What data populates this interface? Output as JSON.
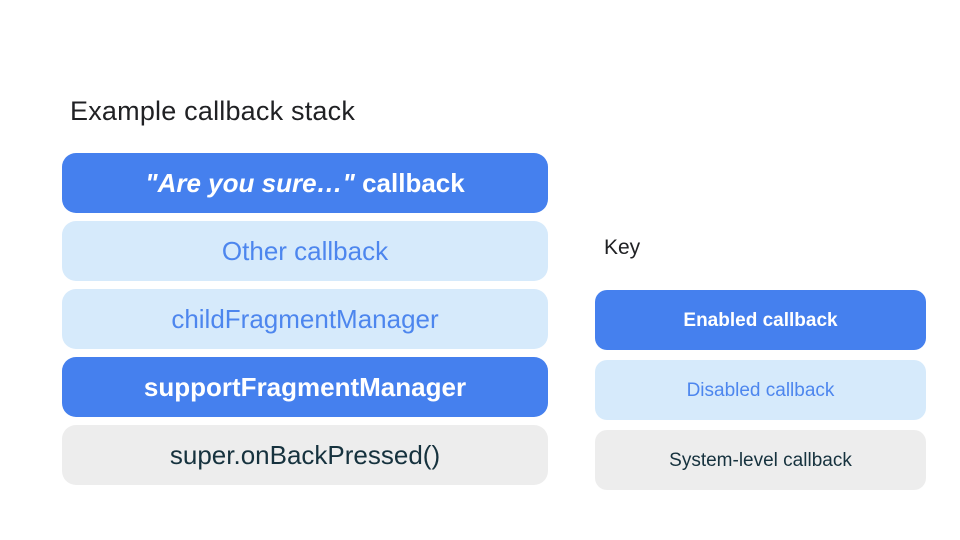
{
  "stack": {
    "title": "Example callback stack",
    "items": [
      {
        "label_quote": "\"Are you sure…\"",
        "label_rest": " callback",
        "type": "enabled"
      },
      {
        "label": "Other callback",
        "type": "disabled"
      },
      {
        "label": "childFragmentManager",
        "type": "disabled"
      },
      {
        "label": "supportFragmentManager",
        "type": "enabled"
      },
      {
        "label": "super.onBackPressed()",
        "type": "system"
      }
    ]
  },
  "key": {
    "title": "Key",
    "items": [
      {
        "label": "Enabled callback",
        "type": "enabled"
      },
      {
        "label": "Disabled callback",
        "type": "disabled"
      },
      {
        "label": "System-level callback",
        "type": "system"
      }
    ]
  },
  "colors": {
    "enabled_bg": "#4580EE",
    "enabled_text": "#FFFFFF",
    "disabled_bg": "#D6EAFB",
    "disabled_text": "#4D86EE",
    "system_bg": "#EDEDED",
    "system_text": "#16323E",
    "heading_text": "#202124",
    "background": "#FFFFFF"
  }
}
